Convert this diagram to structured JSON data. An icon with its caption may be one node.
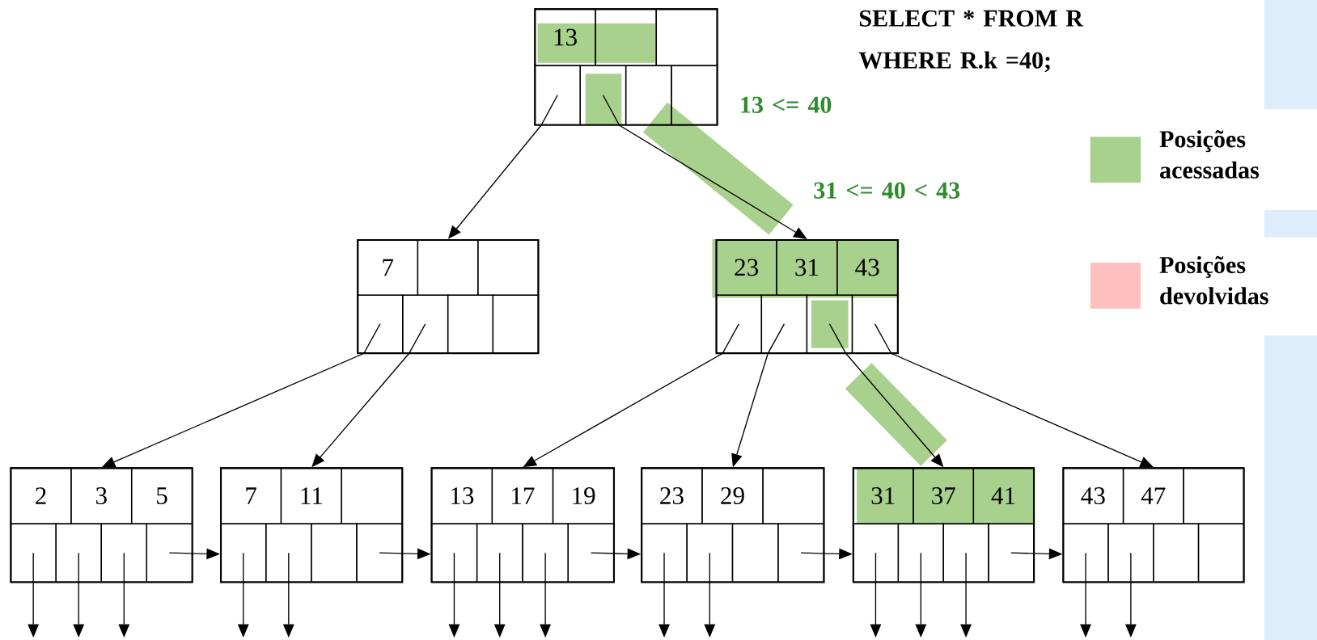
{
  "diagram": {
    "nodes": [
      {
        "text": [],
        "shape": "box"
      },
      {
        "text": [
          "13"
        ],
        "in": 0
      },
      {
        "text": [],
        "shape": "box",
        "in": 0
      },
      {
        "text": [],
        "shape": "box",
        "in": 0
      },
      {
        "text": [],
        "shape": "box",
        "in": 0
      },
      {
        "text": [],
        "shape": "box",
        "in": 0
      },
      {
        "text": [],
        "shape": "box",
        "in": 0
      },
      {
        "text": [],
        "shape": "box",
        "in": 0
      },
      {
        "text": [],
        "shape": "box"
      },
      {
        "text": [
          "7"
        ],
        "in": 8
      },
      {
        "text": [],
        "shape": "box",
        "in": 8
      },
      {
        "text": [],
        "shape": "box",
        "in": 8
      },
      {
        "text": [],
        "shape": "box",
        "in": 8
      },
      {
        "text": [],
        "shape": "box",
        "in": 8
      },
      {
        "text": [],
        "shape": "box",
        "in": 8
      },
      {
        "text": [],
        "shape": "box",
        "in": 8
      },
      {
        "text": [],
        "shape": "box"
      },
      {
        "text": [
          "23"
        ],
        "in": 16
      },
      {
        "text": [
          "31"
        ],
        "in": 16
      },
      {
        "text": [
          "43"
        ],
        "in": 16
      },
      {
        "text": [],
        "shape": "box",
        "in": 16
      },
      {
        "text": [],
        "shape": "box",
        "in": 16
      },
      {
        "text": [],
        "shape": "box",
        "in": 16
      },
      {
        "text": [],
        "shape": "box",
        "in": 16
      },
      {
        "text": [],
        "shape": "box"
      },
      {
        "text": [
          "2"
        ],
        "in": 24
      },
      {
        "text": [
          "3"
        ],
        "in": 24
      },
      {
        "text": [
          "5"
        ],
        "in": 24
      },
      {
        "text": [],
        "shape": "box",
        "in": 24
      },
      {
        "text": [],
        "shape": "box",
        "in": 24
      },
      {
        "text": [],
        "shape": "box",
        "in": 24
      },
      {
        "text": [],
        "shape": "box",
        "in": 24
      },
      {
        "text": [],
        "shape": "box"
      },
      {
        "text": [
          "7"
        ],
        "in": 32
      },
      {
        "text": [
          "11"
        ],
        "in": 32
      },
      {
        "text": [],
        "shape": "box",
        "in": 32
      },
      {
        "text": [],
        "shape": "box",
        "in": 32
      },
      {
        "text": [],
        "shape": "box",
        "in": 32
      },
      {
        "text": [],
        "shape": "box",
        "in": 32
      },
      {
        "text": [],
        "shape": "box",
        "in": 32
      },
      {
        "text": [],
        "shape": "box"
      },
      {
        "text": [
          "13"
        ],
        "in": 40
      },
      {
        "text": [
          "17"
        ],
        "in": 40
      },
      {
        "text": [
          "19"
        ],
        "in": 40
      },
      {
        "text": [],
        "shape": "box",
        "in": 40
      },
      {
        "text": [],
        "shape": "box",
        "in": 40
      },
      {
        "text": [],
        "shape": "box",
        "in": 40
      },
      {
        "text": [],
        "shape": "box",
        "in": 40
      },
      {
        "text": [],
        "shape": "box"
      },
      {
        "text": [
          "23"
        ],
        "in": 48
      },
      {
        "text": [
          "29"
        ],
        "in": 48
      },
      {
        "text": [],
        "shape": "box",
        "in": 48
      },
      {
        "text": [],
        "shape": "box",
        "in": 48
      },
      {
        "text": [],
        "shape": "box",
        "in": 48
      },
      {
        "text": [],
        "shape": "box",
        "in": 48
      },
      {
        "text": [],
        "shape": "box",
        "in": 48
      },
      {
        "text": [],
        "shape": "box"
      },
      {
        "text": [
          "31"
        ],
        "in": 56
      },
      {
        "text": [
          "37"
        ],
        "in": 56
      },
      {
        "text": [
          "41"
        ],
        "in": 56
      },
      {
        "text": [],
        "shape": "box",
        "in": 56
      },
      {
        "text": [],
        "shape": "box",
        "in": 56
      },
      {
        "text": [],
        "shape": "box",
        "in": 56
      },
      {
        "text": [],
        "shape": "box",
        "in": 56
      },
      {
        "text": [],
        "shape": "box"
      },
      {
        "text": [
          "43"
        ],
        "in": 64
      },
      {
        "text": [
          "47"
        ],
        "in": 64
      },
      {
        "text": [],
        "shape": "box",
        "in": 64
      },
      {
        "text": [],
        "shape": "box",
        "in": 64
      },
      {
        "text": [],
        "shape": "box",
        "in": 64
      },
      {
        "text": [],
        "shape": "box",
        "in": 64
      },
      {
        "text": [],
        "shape": "box",
        "in": 64
      }
    ],
    "edges": [
      {
        "from": 4,
        "to": 8,
        "arrow": "to"
      },
      {
        "from": 5,
        "to": 16,
        "arrow": "to"
      },
      {
        "from": 12,
        "to": 24,
        "arrow": "to"
      },
      {
        "from": 13,
        "to": 32,
        "arrow": "to"
      },
      {
        "from": 20,
        "to": 40,
        "arrow": "to"
      },
      {
        "from": 21,
        "to": 48,
        "arrow": "to"
      },
      {
        "from": 22,
        "to": 56,
        "arrow": "to"
      },
      {
        "from": 23,
        "to": 64,
        "arrow": "to"
      },
      {
        "from": 28,
        "to": null,
        "arrow": "to"
      },
      {
        "from": 29,
        "to": null,
        "arrow": "to"
      },
      {
        "from": 30,
        "to": null,
        "arrow": "to"
      },
      {
        "from": 31,
        "to": 32,
        "arrow": "to"
      },
      {
        "from": 36,
        "to": null,
        "arrow": "to"
      },
      {
        "from": 37,
        "to": null,
        "arrow": "to"
      },
      {
        "from": 39,
        "to": 40,
        "arrow": "to"
      },
      {
        "from": 44,
        "to": null,
        "arrow": "to"
      },
      {
        "from": 45,
        "to": null,
        "arrow": "to"
      },
      {
        "from": 46,
        "to": null,
        "arrow": "to"
      },
      {
        "from": 47,
        "to": 48,
        "arrow": "to"
      },
      {
        "from": 52,
        "to": null,
        "arrow": "to"
      },
      {
        "from": 53,
        "to": null,
        "arrow": "to"
      },
      {
        "from": 55,
        "to": 56,
        "arrow": "to"
      },
      {
        "from": 60,
        "to": null,
        "arrow": "to"
      },
      {
        "from": 61,
        "to": null,
        "arrow": "to"
      },
      {
        "from": 62,
        "to": null,
        "arrow": "to"
      },
      {
        "from": 63,
        "to": 64,
        "arrow": "to"
      },
      {
        "from": 68,
        "to": null,
        "arrow": "to"
      },
      {
        "from": 69,
        "to": null,
        "arrow": "to"
      }
    ],
    "labels": [
      "SELECT * FROM R WHERE R.k =40;",
      "13 <= 40",
      "31 <= 40 < 43"
    ],
    "legend": [
      {
        "text": "Posições acessadas",
        "color": "#a9d18e"
      },
      {
        "text": "Posições devolvidas",
        "color": "#ffc0c0"
      }
    ]
  }
}
